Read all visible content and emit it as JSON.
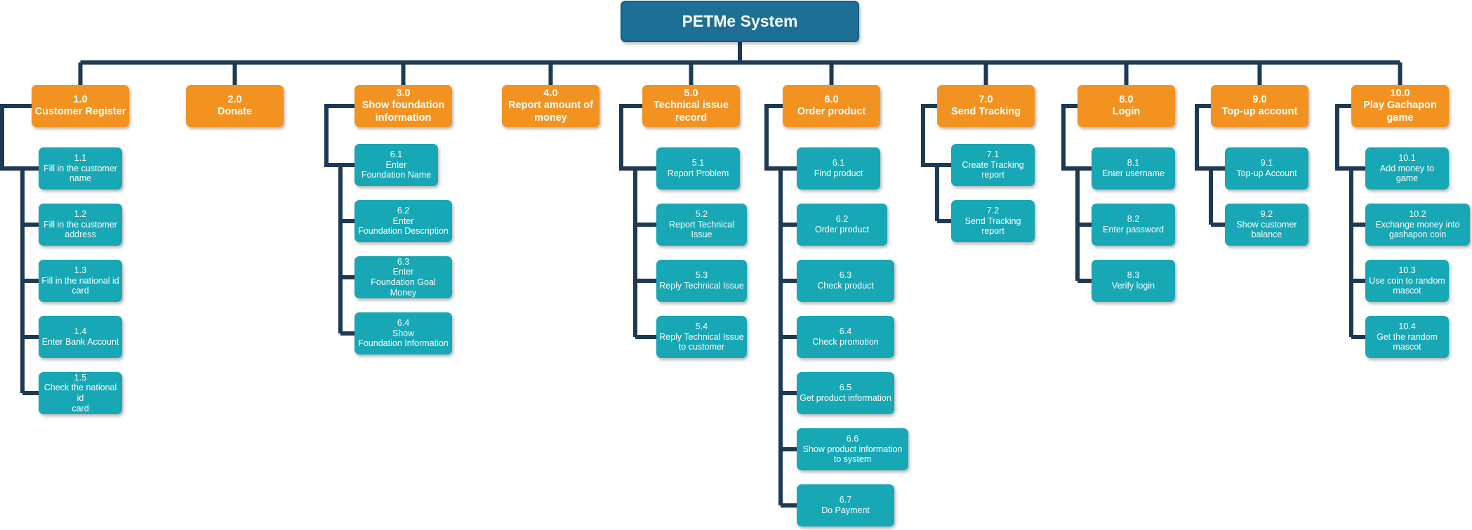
{
  "root": "PETMe System",
  "colors": {
    "root": "#1d6f96",
    "top": "#f29321",
    "child": "#17a7b5",
    "connector": "#1e3a52"
  },
  "groups": [
    {
      "label": "1.0\nCustomer Register",
      "children": [
        "1.1\nFill in the customer\nname",
        "1.2\nFill in the customer\naddress",
        "1.3\nFill in the national id\ncard",
        "1.4\nEnter Bank Account",
        "1.5\nCheck the national id\ncard"
      ]
    },
    {
      "label": "2.0\nDonate",
      "children": []
    },
    {
      "label": "3.0\nShow foundation\ninformation",
      "children": [
        "6.1\nEnter\nFoundation Name",
        "6.2\nEnter\nFoundation Description",
        "6.3\nEnter\nFoundation Goal Money",
        "6.4\nShow\nFoundation Information"
      ]
    },
    {
      "label": "4.0\nReport amount of\nmoney",
      "children": []
    },
    {
      "label": "5.0\nTechnical issue\nrecord",
      "children": [
        "5.1\nReport Problem",
        "5.2\nReport Technical Issue",
        "5.3\nReply Technical Issue",
        "5.4\nReply Technical Issue\nto customer"
      ]
    },
    {
      "label": "6.0\nOrder product",
      "children": [
        "6.1\nFind product",
        "6.2\nOrder product",
        "6.3\nCheck product",
        "6.4\nCheck promotion",
        "6.5\nGet product information",
        "6.6\nShow product information\nto system",
        "6.7\nDo Payment"
      ]
    },
    {
      "label": "7.0\nSend Tracking",
      "children": [
        "7.1\nCreate Tracking\nreport",
        "7.2\nSend Tracking report"
      ]
    },
    {
      "label": "8.0\nLogin",
      "children": [
        "8.1\nEnter username",
        "8.2\nEnter password",
        "8.3\nVerify login"
      ]
    },
    {
      "label": "9.0\nTop-up account",
      "children": [
        "9.1\nTop-up Account",
        "9.2\nShow customer\nbalance"
      ]
    },
    {
      "label": "10.0\nPlay Gachapon\ngame",
      "children": [
        "10.1\nAdd money to game",
        "10.2\nExchange money into\ngashapon coin",
        "10.3\nUse coin to random\nmascot",
        "10.4\nGet the random\nmascot"
      ]
    }
  ]
}
